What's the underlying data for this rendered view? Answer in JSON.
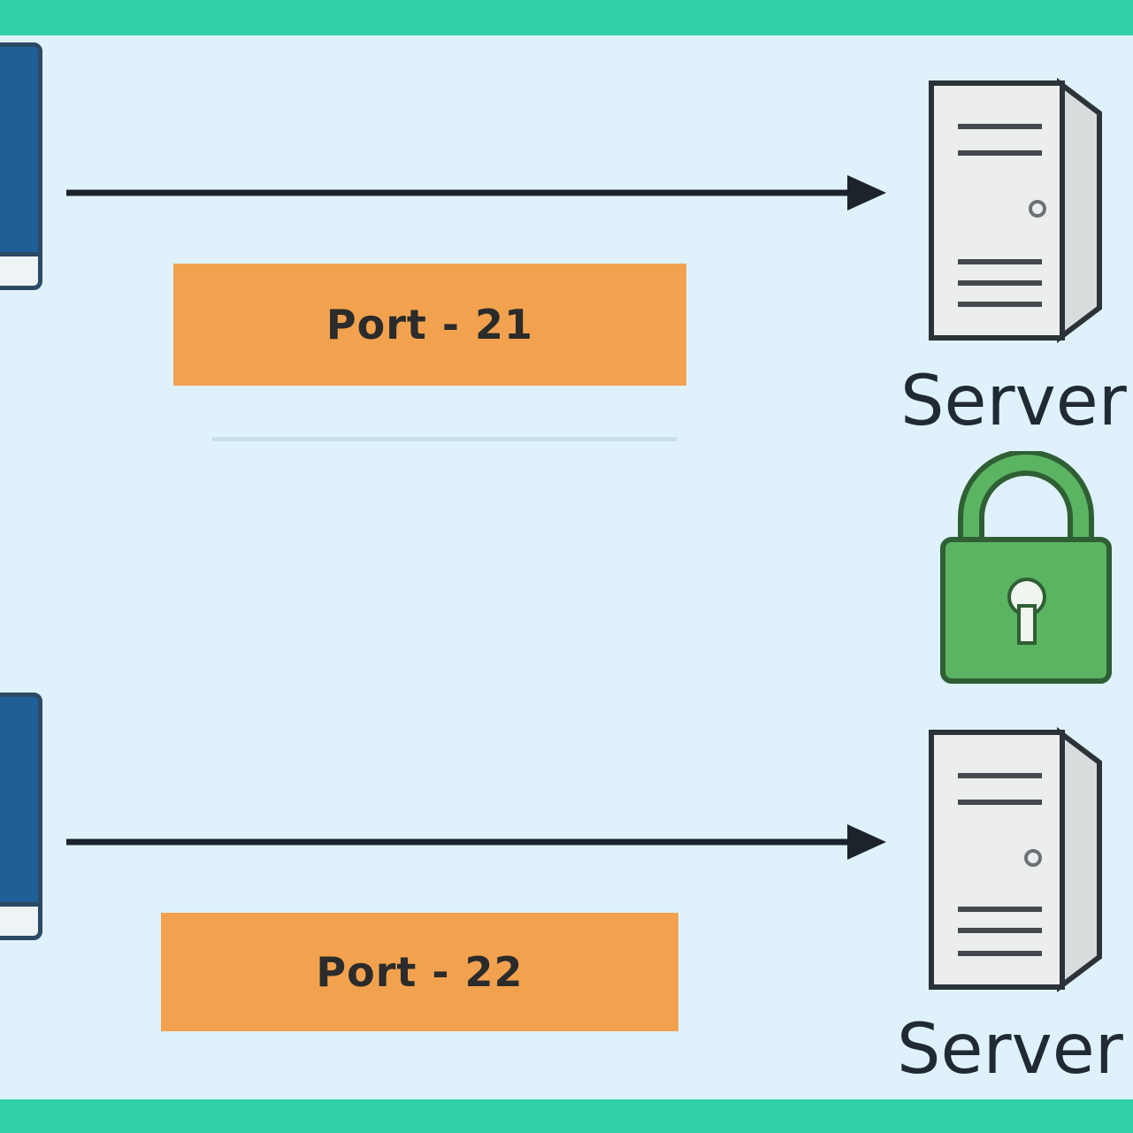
{
  "colors": {
    "background": "#dff2fc",
    "accent_bar": "#2fcfa8",
    "port_box": "#f2a24f",
    "lock_green": "#5bb462",
    "client_blue": "#1f5f98"
  },
  "connections": [
    {
      "port_label": "Port - 21",
      "server_label": "Server",
      "secured": false
    },
    {
      "port_label": "Port - 22",
      "server_label": "Server",
      "secured": true
    }
  ],
  "icons": {
    "client": "client-device-icon",
    "server": "server-tower-icon",
    "lock": "padlock-icon",
    "arrow": "arrow-right-icon"
  }
}
